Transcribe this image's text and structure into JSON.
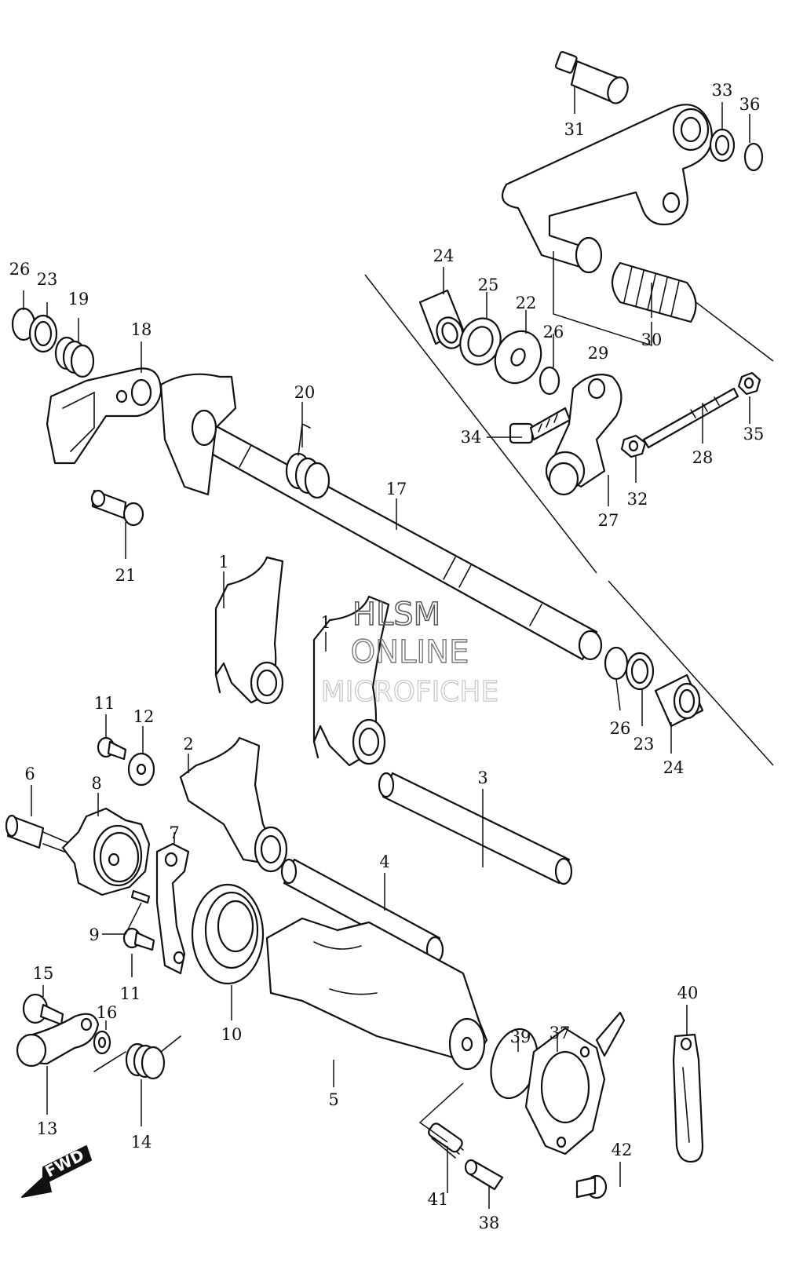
{
  "watermark": {
    "line1": "HLSM",
    "line2": "ONLINE",
    "line3": "MICROFICHE"
  },
  "direction_badge": {
    "label": "FWD"
  },
  "callouts": {
    "c1a": "1",
    "c1b": "1",
    "c2": "2",
    "c3": "3",
    "c4": "4",
    "c5": "5",
    "c6": "6",
    "c7": "7",
    "c8": "8",
    "c9": "9",
    "c10": "10",
    "c11a": "11",
    "c11b": "11",
    "c12": "12",
    "c13": "13",
    "c14": "14",
    "c15": "15",
    "c16": "16",
    "c17": "17",
    "c18": "18",
    "c19": "19",
    "c20": "20",
    "c21": "21",
    "c22": "22",
    "c23a": "23",
    "c23b": "23",
    "c24a": "24",
    "c24b": "24",
    "c25": "25",
    "c26a": "26",
    "c26b": "26",
    "c26c": "26",
    "c27": "27",
    "c28": "28",
    "c29": "29",
    "c30": "30",
    "c31": "31",
    "c32": "32",
    "c33": "33",
    "c34": "34",
    "c35": "35",
    "c36": "36",
    "c37": "37",
    "c38": "38",
    "c39": "39",
    "c40": "40",
    "c41": "41",
    "c42": "42"
  }
}
